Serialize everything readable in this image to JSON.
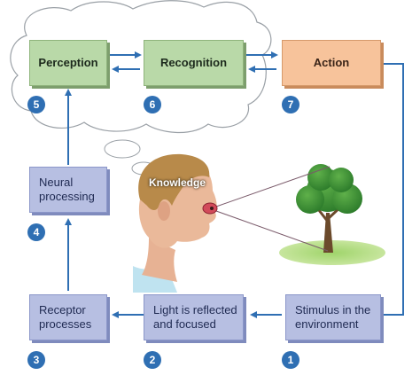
{
  "boxes": {
    "perception": "Perception",
    "recognition": "Recognition",
    "action": "Action",
    "neural_processing": "Neural\nprocessing",
    "receptor_processes": "Receptor\nprocesses",
    "light_reflected": "Light is reflected\nand focused",
    "stimulus": "Stimulus in the\nenvironment"
  },
  "steps": {
    "s1": "1",
    "s2": "2",
    "s3": "3",
    "s4": "4",
    "s5": "5",
    "s6": "6",
    "s7": "7"
  },
  "knowledge_label": "Knowledge",
  "colors": {
    "green_box": "#b9d9a8",
    "orange_box": "#f7c39b",
    "blue_box": "#b7bfe2",
    "arrow": "#2f6fb3",
    "step_circle": "#2f6fb3"
  }
}
